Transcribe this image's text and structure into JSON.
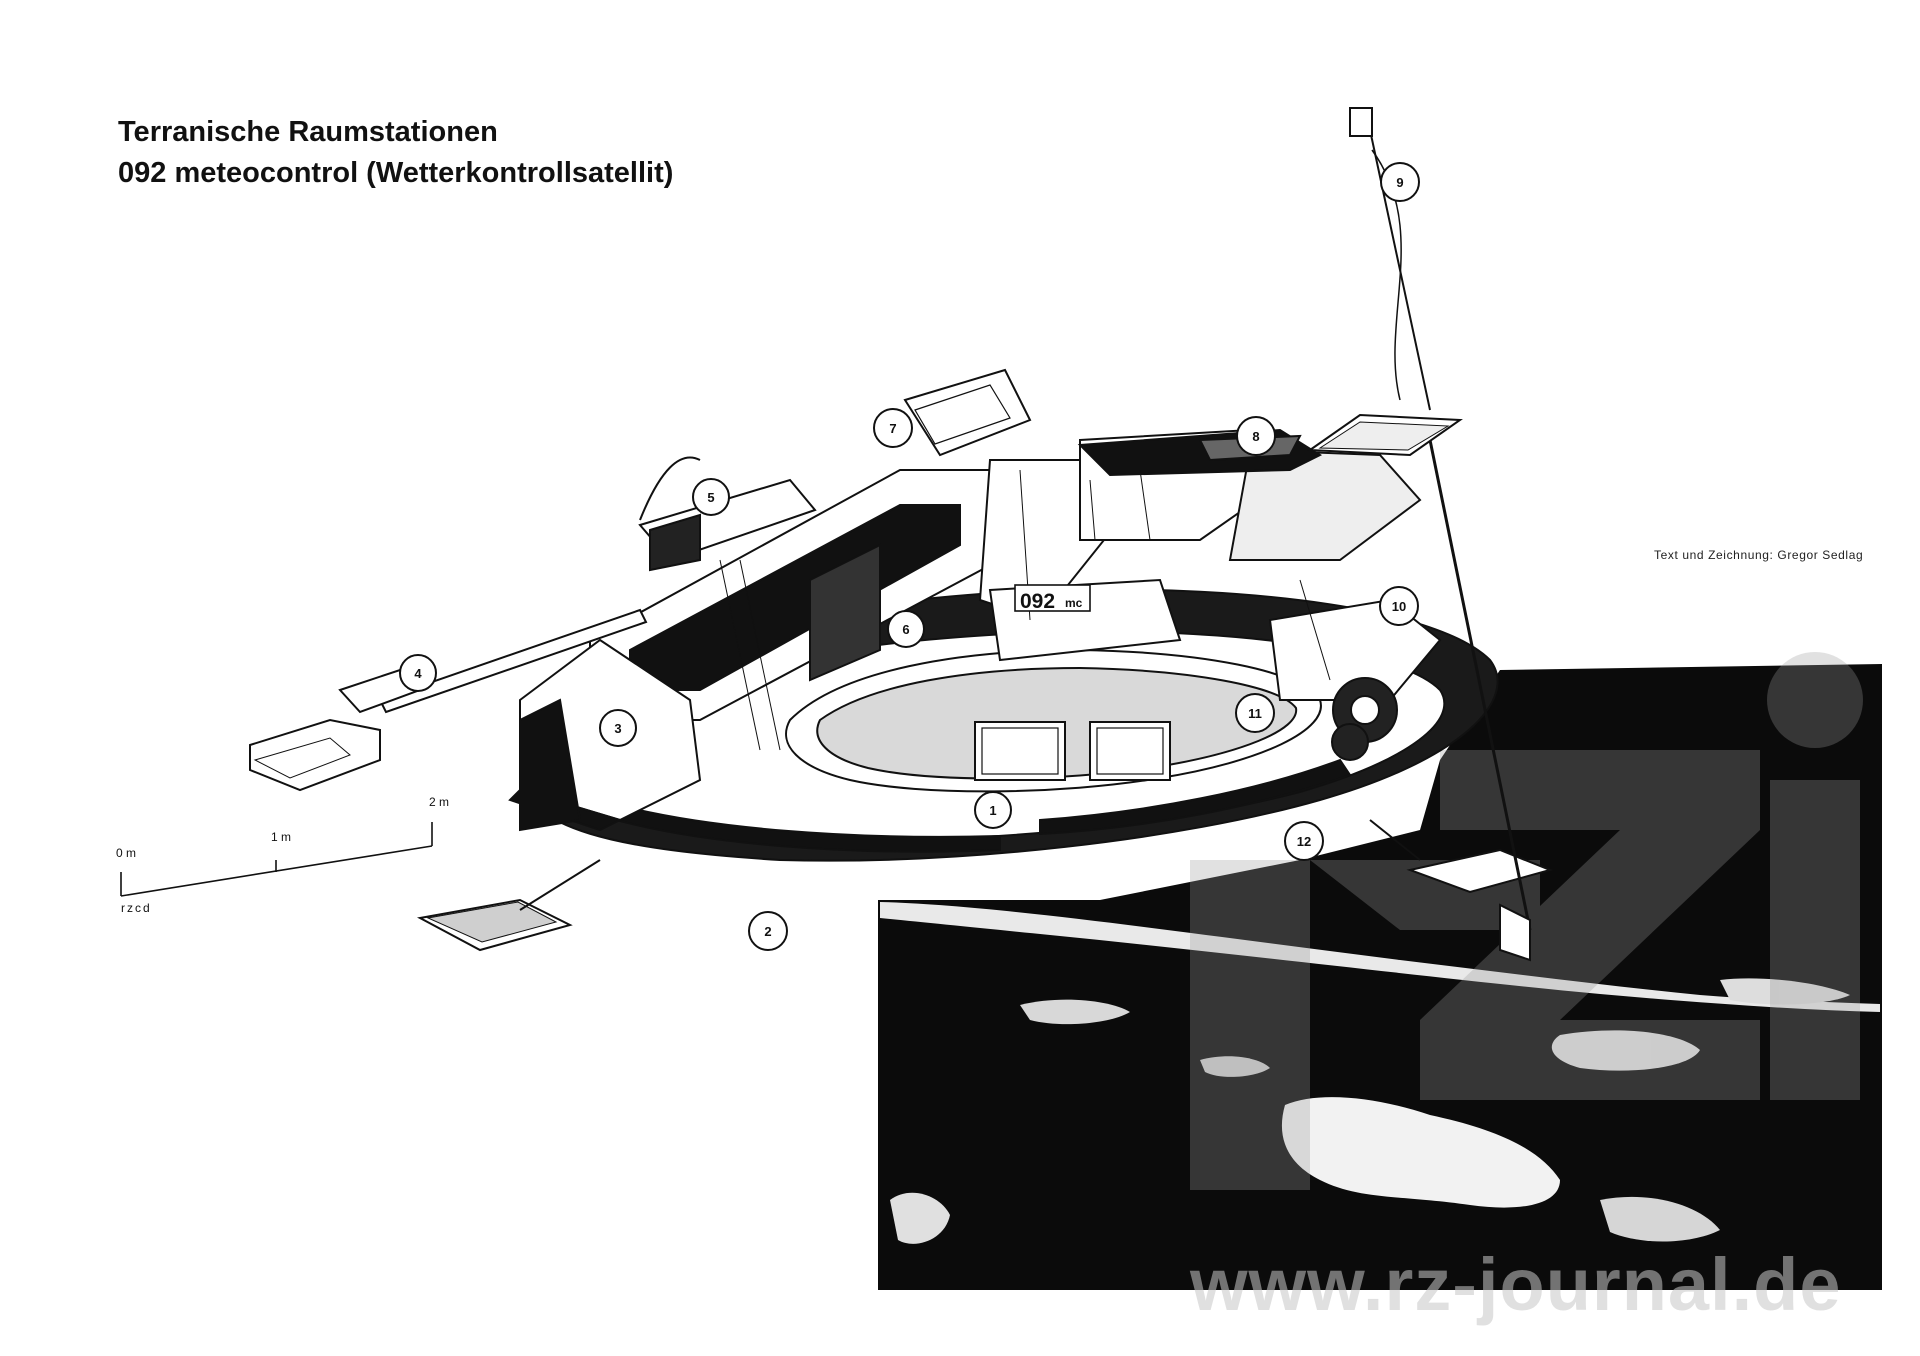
{
  "title": {
    "line1": "Terranische Raumstationen",
    "line2": "092 meteocontrol (Wetterkontrollsatellit)"
  },
  "credit": "Text und Zeichnung: Gregor Sedlag",
  "hull_marking": {
    "number": "092",
    "suffix": "mc"
  },
  "callouts": [
    "1",
    "2",
    "3",
    "4",
    "5",
    "6",
    "7",
    "8",
    "9",
    "10",
    "11",
    "12"
  ],
  "scale_bar": {
    "ticks": [
      "0 m",
      "1 m",
      "2 m"
    ],
    "artist_initials": "rzcd"
  },
  "watermark": {
    "text": "www.rz-journal.de",
    "logo": "rz-logo"
  },
  "colors": {
    "ink": "#111111",
    "paper": "#ffffff",
    "watermark": "#c8c8c8"
  }
}
